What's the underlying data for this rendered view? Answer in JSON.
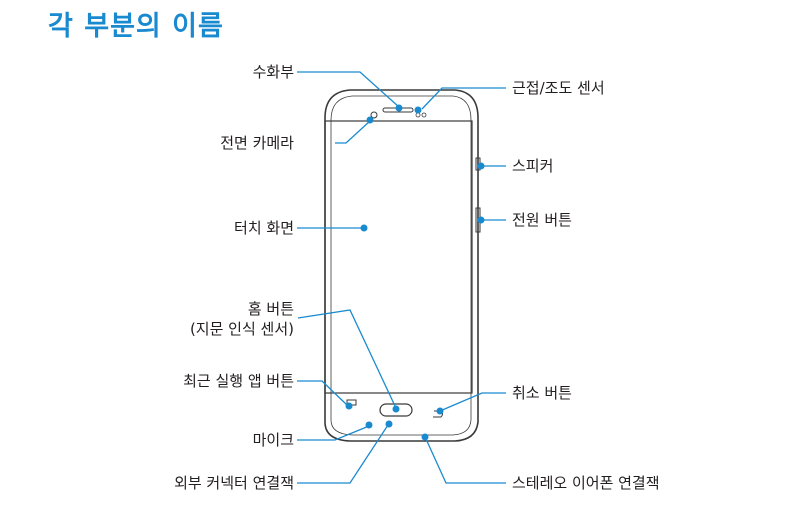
{
  "title": "각 부분의 이름",
  "accent_color": "#1a8ad0",
  "labels": {
    "receiver": "수화부",
    "front_camera": "전면 카메라",
    "touch_screen": "터치 화면",
    "home_button": "홈 버튼",
    "home_button_sub": "(지문 인식 센서)",
    "recent_apps_button": "최근 실행 앱 버튼",
    "microphone": "마이크",
    "connector": "외부 커넥터 연결잭",
    "proximity_sensor": "근접/조도 센서",
    "speaker": "스피커",
    "power_button": "전원 버튼",
    "back_button": "취소 버튼",
    "earphone_jack": "스테레오 이어폰 연결잭"
  }
}
